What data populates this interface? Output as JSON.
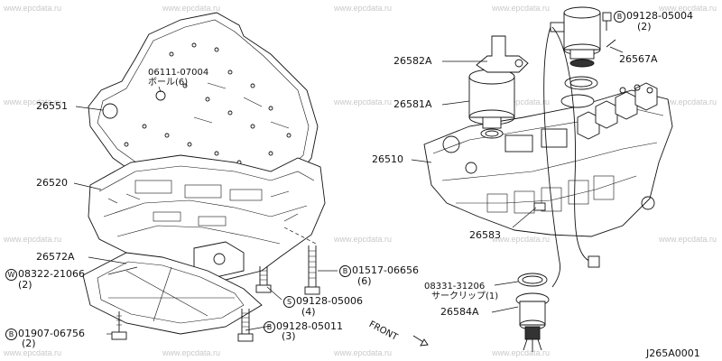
{
  "watermark": "www.epcdata.ru",
  "diagram_code": "J265A0001",
  "front_label": "FRONT",
  "left_parts": {
    "p26551": "26551",
    "p06111": "06111-07004",
    "p06111_sub": "ボール(6)",
    "p26520": "26520",
    "p26572A": "26572A",
    "p08322": "08322-21066",
    "p08322_qty": "(2)",
    "p08322_mark": "W",
    "p01907": "01907-06756",
    "p01907_qty": "(2)",
    "p01907_mark": "B",
    "p01517": "01517-06656",
    "p01517_qty": "(6)",
    "p01517_mark": "B",
    "p09128a": "09128-05006",
    "p09128a_qty": "(4)",
    "p09128a_mark": "S",
    "p09128b": "09128-05011",
    "p09128b_qty": "(3)",
    "p09128b_mark": "B"
  },
  "right_parts": {
    "p09128c": "09128-05004",
    "p09128c_qty": "(2)",
    "p09128c_mark": "B",
    "p26582A": "26582A",
    "p26567A": "26567A",
    "p26581A": "26581A",
    "p26510": "26510",
    "p26583": "26583",
    "p08331": "08331-31206",
    "p08331_sub": "サークリップ(1)",
    "p26584A": "26584A"
  }
}
